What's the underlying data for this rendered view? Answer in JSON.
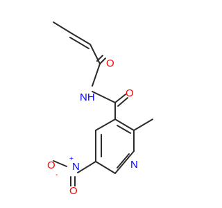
{
  "molecule": {
    "atom_labels": {
      "o_amide1": "O",
      "nh": "NH",
      "o_amide2": "O",
      "n_ring": "N",
      "n_nitro": "N",
      "nitro_plus": "+",
      "o_nitro_left": "O",
      "o_nitro_minus": "-",
      "o_nitro_bottom": "O"
    },
    "colors": {
      "bond": "#2b2b2b",
      "oxygen": "#ff0000",
      "nitrogen": "#0000ff"
    }
  }
}
